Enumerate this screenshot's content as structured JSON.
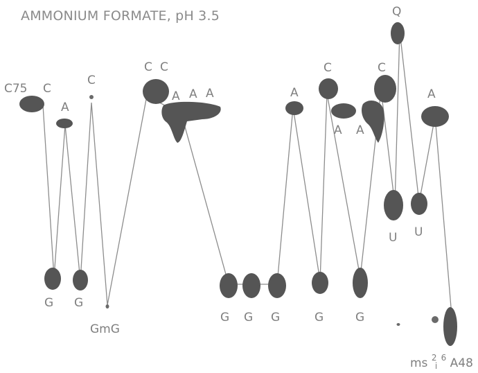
{
  "title": "AMMONIUM FORMATE, pH 3.5",
  "colors": {
    "spot": "#555555",
    "line": "#8c8c8c",
    "label": "#7f7f7f"
  },
  "labels": {
    "c75": "C75",
    "c1": "C",
    "a1": "A",
    "c2": "C",
    "cc_c1": "C",
    "cc_c2": "C",
    "aaa_a1": "A",
    "aaa_a2": "A",
    "aaa_a3": "A",
    "a_mid": "A",
    "c3": "C",
    "a_low1": "A",
    "a_low2": "A",
    "c4": "C",
    "q": "Q",
    "a_right": "A",
    "u1": "U",
    "u2": "U",
    "g1": "G",
    "g2": "G",
    "gmg": "GmG",
    "g3": "G",
    "g4": "G",
    "g5": "G",
    "g6": "G",
    "g7": "G",
    "ms_prefix": "ms",
    "ms_sup": "2",
    "ms_i": "i",
    "ms_sup6": "6",
    "ms_suffix": "A48"
  }
}
